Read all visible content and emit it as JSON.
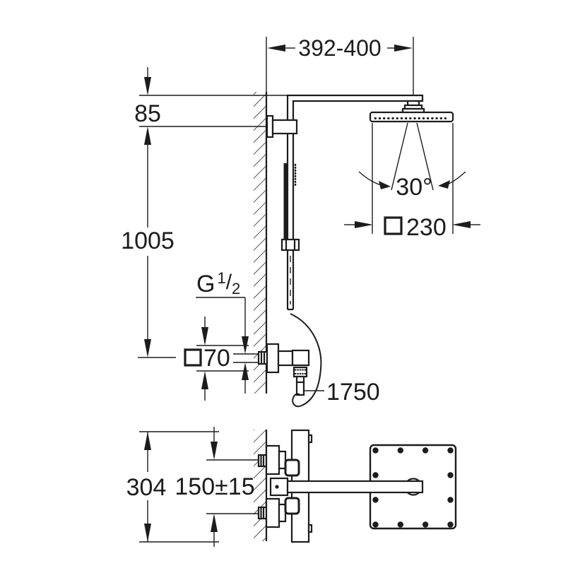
{
  "drawing": {
    "upper_view": {
      "width_range": "392-400",
      "arm_drop": "85",
      "rail_height": "1005",
      "thread_prefix": "G",
      "thread_numerator": "1",
      "thread_slash": "/",
      "thread_denominator": "2",
      "valve_width": "70",
      "hose_length": "1750",
      "spray_angle": "30°",
      "head_width": "230"
    },
    "lower_view": {
      "plate_height": "304",
      "supply_spacing": "150±15"
    },
    "colors": {
      "line": "#1c1c1c",
      "background": "#ffffff"
    }
  }
}
